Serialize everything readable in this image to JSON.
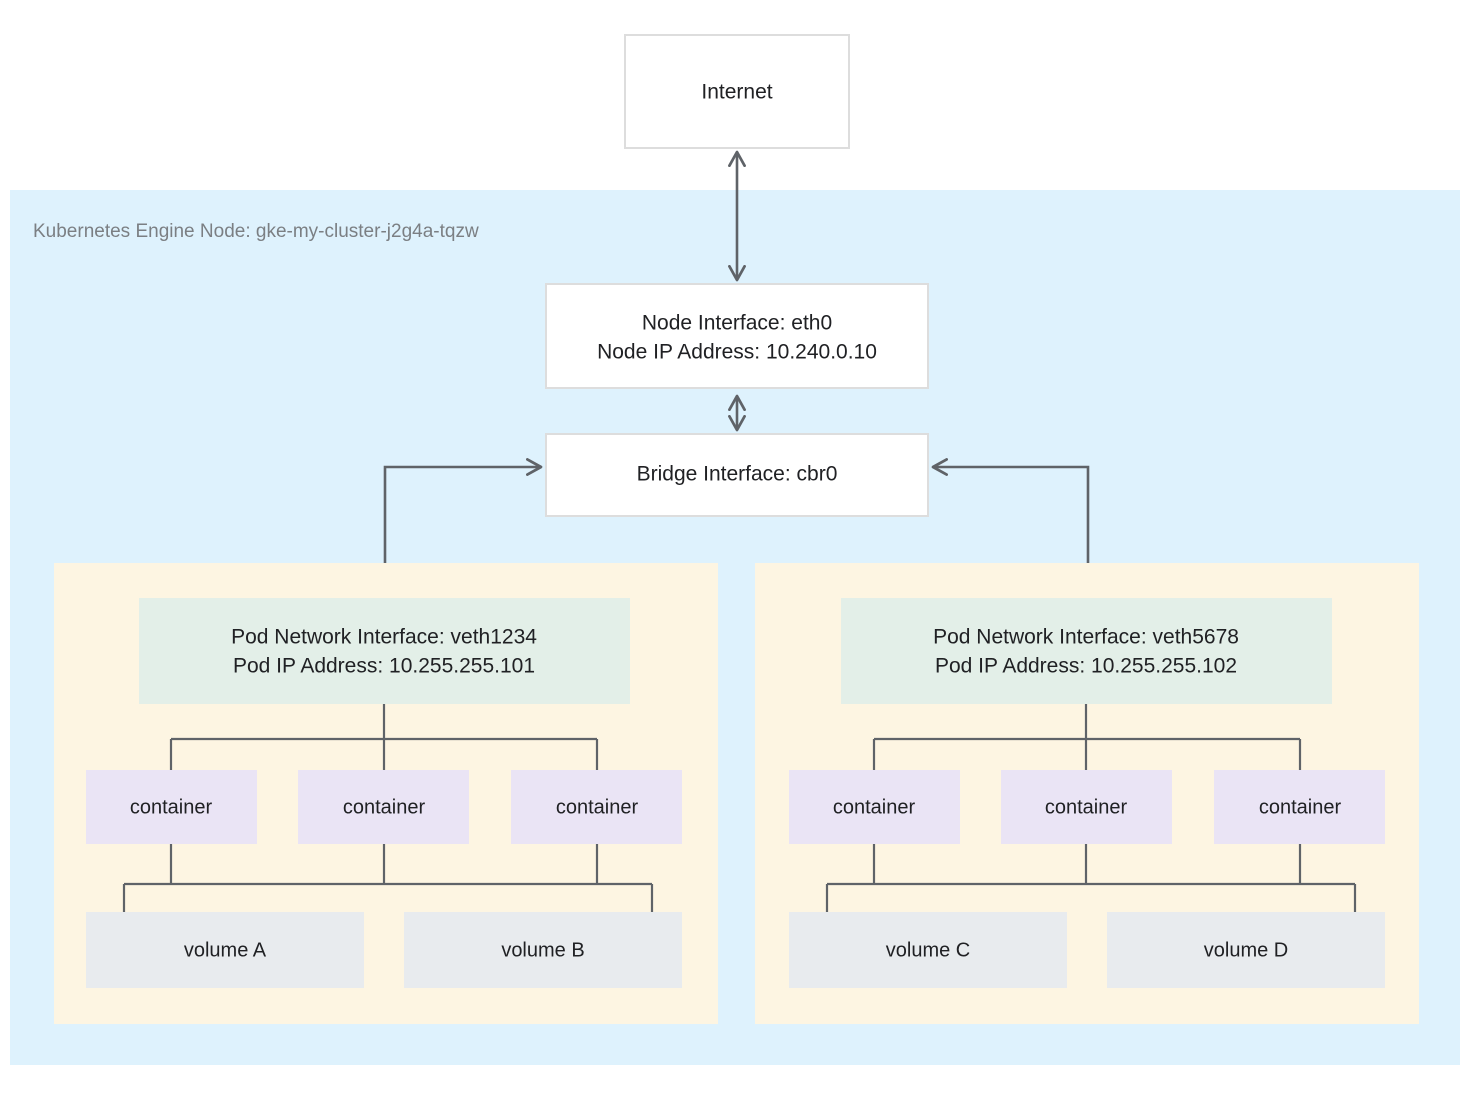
{
  "diagram": {
    "title_label": "Kubernetes Engine Node: gke-my-cluster-j2g4a-tqzw",
    "internet": {
      "label": "Internet"
    },
    "node_interface": {
      "line1": "Node Interface: eth0",
      "line2": "Node IP Address: 10.240.0.10"
    },
    "bridge_interface": {
      "label": "Bridge Interface: cbr0"
    },
    "pods": [
      {
        "net_line1": "Pod Network Interface: veth1234",
        "net_line2": "Pod IP Address: 10.255.255.101",
        "containers": [
          "container",
          "container",
          "container"
        ],
        "volumes": [
          "volume A",
          "volume B"
        ]
      },
      {
        "net_line1": "Pod Network Interface: veth5678",
        "net_line2": "Pod IP Address: 10.255.255.102",
        "containers": [
          "container",
          "container",
          "container"
        ],
        "volumes": [
          "volume C",
          "volume D"
        ]
      }
    ],
    "colors": {
      "node_region": "#deF2fd",
      "pod_region": "#fdf5e2",
      "pod_network": "#e3efe8",
      "container": "#eae4f5",
      "volume": "#e8ebee",
      "box_border": "#dddddd",
      "connector": "#5f6368",
      "text": "#202124",
      "label_text": "#7b7f83"
    }
  }
}
